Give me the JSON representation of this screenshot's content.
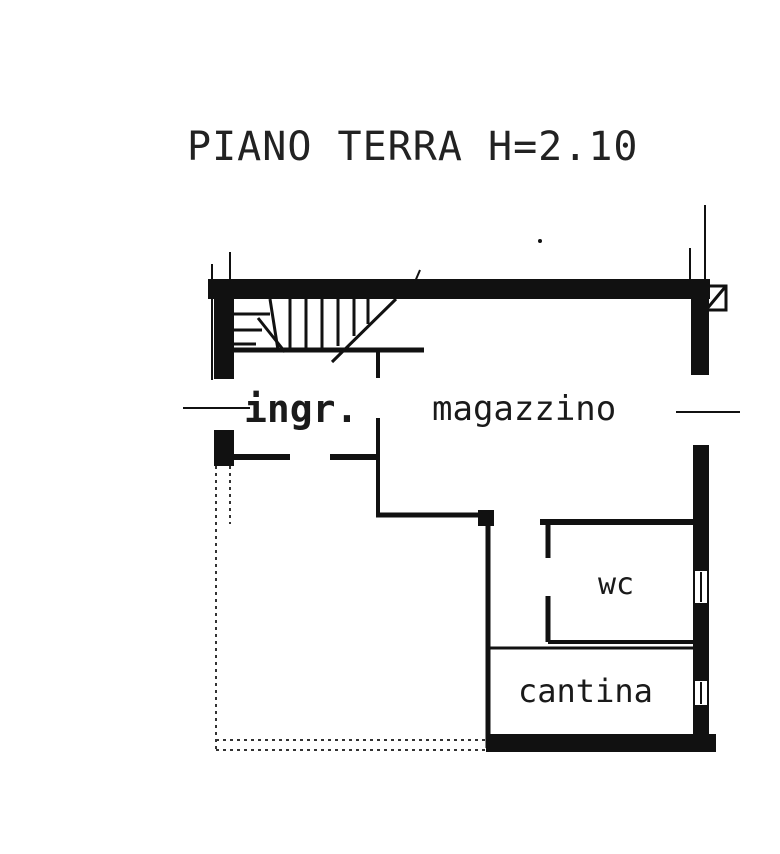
{
  "plan": {
    "title": "PIANO TERRA H=2.10",
    "rooms": {
      "entrance": "ingr.",
      "storage": "magazzino",
      "bathroom": "wc",
      "cellar": "cantina"
    }
  },
  "colors": {
    "ink": "#111111",
    "paper": "#ffffff"
  }
}
